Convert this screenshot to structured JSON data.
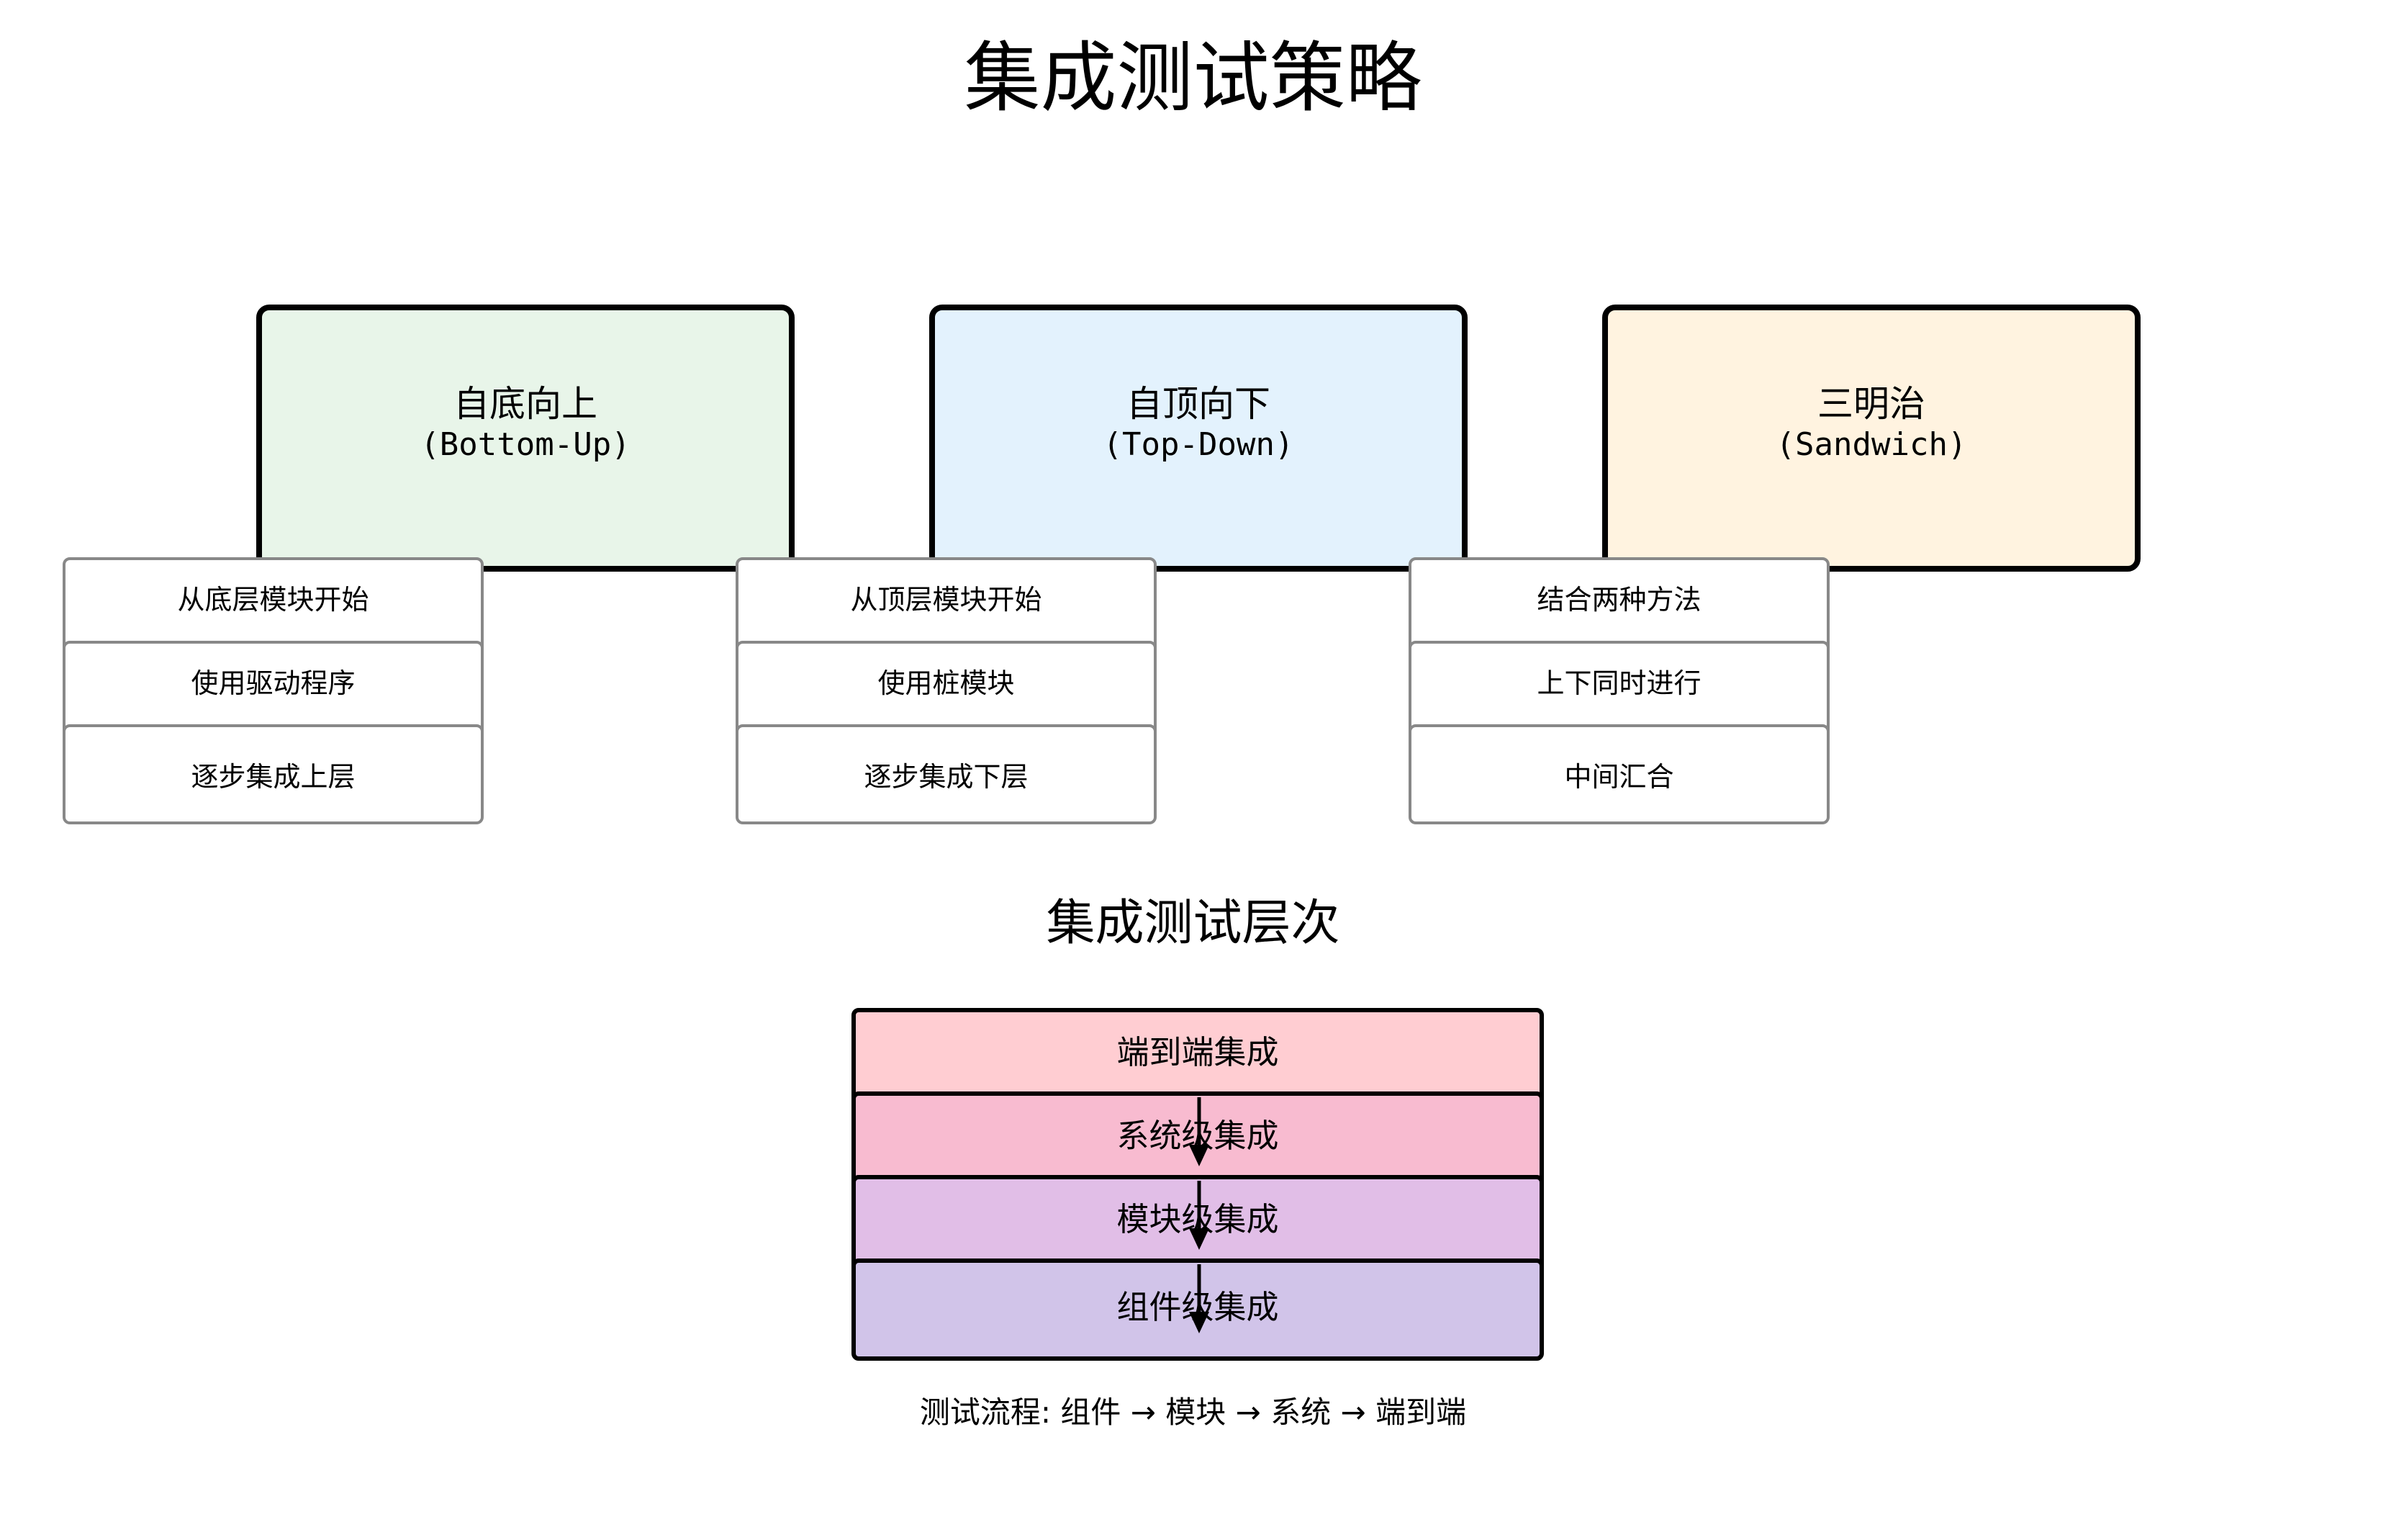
{
  "title": "集成测试策略",
  "strategies": [
    {
      "name_cn": "自底向上",
      "name_en": "(Bottom-Up)",
      "color": "#e8f5e9",
      "steps": [
        "从底层模块开始",
        "使用驱动程序",
        "逐步集成上层"
      ]
    },
    {
      "name_cn": "自顶向下",
      "name_en": "(Top-Down)",
      "color": "#e3f2fd",
      "steps": [
        "从顶层模块开始",
        "使用桩模块",
        "逐步集成下层"
      ]
    },
    {
      "name_cn": "三明治",
      "name_en": "(Sandwich)",
      "color": "#fff3e0",
      "steps": [
        "结合两种方法",
        "上下同时进行",
        "中间汇合"
      ]
    }
  ],
  "levels_title": "集成测试层次",
  "levels": [
    {
      "label": "端到端集成",
      "color": "#ffcdd2"
    },
    {
      "label": "系统级集成",
      "color": "#f8bbd0"
    },
    {
      "label": "模块级集成",
      "color": "#e1bee7"
    },
    {
      "label": "组件级集成",
      "color": "#d1c4e9"
    }
  ],
  "flow_text": "测试流程: 组件 → 模块 → 系统 → 端到端",
  "icons": {
    "flow_arrow": "arrow-down-icon"
  }
}
